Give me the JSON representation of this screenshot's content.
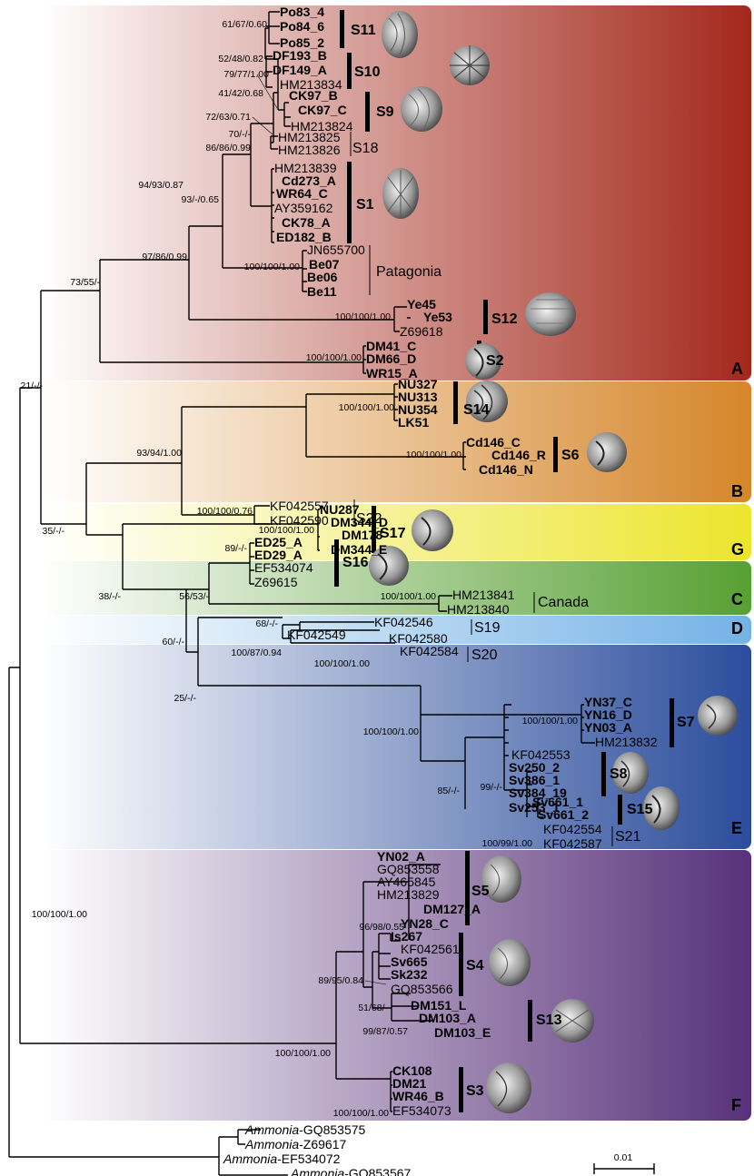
{
  "clade_letters": [
    "A",
    "B",
    "G",
    "C",
    "D",
    "E",
    "F"
  ],
  "groups": [
    {
      "id": "S11",
      "name": "S11",
      "bold": true,
      "taxa": [
        {
          "name": "Po83_4",
          "bold": true
        },
        {
          "name": "Po84_6",
          "bold": true
        },
        {
          "name": "Po85_2",
          "bold": true
        }
      ],
      "support": "61/67/0.60"
    },
    {
      "id": "S10",
      "name": "S10",
      "bold": true,
      "taxa": [
        {
          "name": "DF193_B",
          "bold": true
        },
        {
          "name": "DF149_A",
          "bold": true
        },
        {
          "name": "HM213834",
          "bold": false
        }
      ],
      "support": "52/48/0.82"
    },
    {
      "id": "S9",
      "name": "S9",
      "bold": true,
      "taxa": [
        {
          "name": "CK97_B",
          "bold": true
        },
        {
          "name": "CK97_C",
          "bold": true
        },
        {
          "name": "HM213824",
          "bold": false
        }
      ],
      "support": "41/42/0.68"
    },
    {
      "id": "S18",
      "name": "S18",
      "bold": false,
      "taxa": [
        {
          "name": "HM213825",
          "bold": false
        },
        {
          "name": "HM213826",
          "bold": false
        }
      ],
      "support": "70/-/-"
    },
    {
      "id": "S1",
      "name": "S1",
      "bold": true,
      "taxa": [
        {
          "name": "HM213839",
          "bold": false
        },
        {
          "name": "Cd273_A",
          "bold": true
        },
        {
          "name": "WR64_C",
          "bold": true
        },
        {
          "name": "AY359162",
          "bold": false
        },
        {
          "name": "CK78_A",
          "bold": true
        },
        {
          "name": "ED182_B",
          "bold": true
        }
      ],
      "support": "94/93/0.87"
    },
    {
      "id": "Patagonia",
      "name": "Patagonia",
      "bold": false,
      "taxa": [
        {
          "name": "JN655700",
          "bold": false
        },
        {
          "name": "Be07",
          "bold": true
        },
        {
          "name": "Be06",
          "bold": true
        },
        {
          "name": "Be11",
          "bold": true
        }
      ],
      "support": "100/100/1.00"
    },
    {
      "id": "S12",
      "name": "S12",
      "bold": true,
      "taxa": [
        {
          "name": "Ye45",
          "bold": true
        },
        {
          "name": "Ye53",
          "bold": true
        },
        {
          "name": "Z69618",
          "bold": false
        }
      ],
      "support": "100/100/1.00"
    },
    {
      "id": "S2",
      "name": "S2",
      "bold": true,
      "taxa": [
        {
          "name": "DM41_C",
          "bold": true
        },
        {
          "name": "DM66_D",
          "bold": true
        },
        {
          "name": "WR15_A",
          "bold": true
        }
      ],
      "support": "100/100/1.00"
    },
    {
      "id": "S14",
      "name": "S14",
      "bold": true,
      "taxa": [
        {
          "name": "NU327",
          "bold": true
        },
        {
          "name": "NU313",
          "bold": true
        },
        {
          "name": "NU354",
          "bold": true
        },
        {
          "name": "LK51",
          "bold": true
        }
      ],
      "support": "100/100/1.00"
    },
    {
      "id": "S6",
      "name": "S6",
      "bold": true,
      "taxa": [
        {
          "name": "Cd146_C",
          "bold": true
        },
        {
          "name": "Cd146_R",
          "bold": true
        },
        {
          "name": "Cd146_N",
          "bold": true
        }
      ],
      "support": "100/100/1.00"
    },
    {
      "id": "S22",
      "name": "S22",
      "bold": false,
      "taxa": [
        {
          "name": "KF042557",
          "bold": false
        },
        {
          "name": "KF042590",
          "bold": false
        }
      ],
      "support": "100/100/0.76"
    },
    {
      "id": "S17",
      "name": "S17",
      "bold": true,
      "taxa": [
        {
          "name": "NU287",
          "bold": true
        },
        {
          "name": "DM344_D",
          "bold": true
        },
        {
          "name": "DM178",
          "bold": true
        },
        {
          "name": "DM344_E",
          "bold": true
        }
      ],
      "support": "100/100/1.00"
    },
    {
      "id": "S16",
      "name": "S16",
      "bold": true,
      "taxa": [
        {
          "name": "ED25_A",
          "bold": true
        },
        {
          "name": "ED29_A",
          "bold": true
        },
        {
          "name": "EF534074",
          "bold": false
        },
        {
          "name": "Z69615",
          "bold": false
        }
      ],
      "support": "89/-/-"
    },
    {
      "id": "Canada",
      "name": "Canada",
      "bold": false,
      "taxa": [
        {
          "name": "HM213841",
          "bold": false
        },
        {
          "name": "HM213840",
          "bold": false
        }
      ],
      "support": "100/100/1.00"
    },
    {
      "id": "S19",
      "name": "S19",
      "bold": false,
      "taxa": [
        {
          "name": "KF042546",
          "bold": false
        },
        {
          "name": "KF042549",
          "bold": false
        }
      ],
      "support": "68/-/-"
    },
    {
      "id": "S20",
      "name": "S20",
      "bold": false,
      "taxa": [
        {
          "name": "KF042580",
          "bold": false
        },
        {
          "name": "KF042584",
          "bold": false
        }
      ],
      "support": "100/100/1.00"
    },
    {
      "id": "S7",
      "name": "S7",
      "bold": true,
      "taxa": [
        {
          "name": "YN37_C",
          "bold": true
        },
        {
          "name": "YN16_D",
          "bold": true
        },
        {
          "name": "YN03_A",
          "bold": true
        },
        {
          "name": "HM213832",
          "bold": false
        }
      ],
      "support": "100/100/1.00"
    },
    {
      "id": "S8",
      "name": "S8",
      "bold": true,
      "taxa": [
        {
          "name": "KF042553",
          "bold": false
        },
        {
          "name": "Sv250_2",
          "bold": true
        },
        {
          "name": "Sv386_1",
          "bold": true
        },
        {
          "name": "Sv384_19",
          "bold": true
        },
        {
          "name": "Sv253_1",
          "bold": true
        }
      ],
      "support": "99/-/-"
    },
    {
      "id": "S15",
      "name": "S15",
      "bold": true,
      "taxa": [
        {
          "name": "Sv661_1",
          "bold": true
        },
        {
          "name": "Sv661_2",
          "bold": true
        }
      ],
      "support": ""
    },
    {
      "id": "S21",
      "name": "S21",
      "bold": false,
      "taxa": [
        {
          "name": "KF042554",
          "bold": false
        },
        {
          "name": "KF042587",
          "bold": false
        }
      ],
      "support": "100/99/1.00"
    },
    {
      "id": "S5",
      "name": "S5",
      "bold": true,
      "taxa": [
        {
          "name": "YN02_A",
          "bold": true
        },
        {
          "name": "GQ853558",
          "bold": false
        },
        {
          "name": "AY465845",
          "bold": false
        },
        {
          "name": "HM213829",
          "bold": false
        },
        {
          "name": "DM127_A",
          "bold": true
        },
        {
          "name": "YN28_C",
          "bold": true
        }
      ],
      "support": "96/98/0.55"
    },
    {
      "id": "S4",
      "name": "S4",
      "bold": true,
      "taxa": [
        {
          "name": "Is267",
          "bold": true
        },
        {
          "name": "KF042561",
          "bold": false
        },
        {
          "name": "Sv665",
          "bold": true
        },
        {
          "name": "Sk232",
          "bold": true
        },
        {
          "name": "GQ853566",
          "bold": false
        }
      ],
      "support": "85/-/-"
    },
    {
      "id": "S13",
      "name": "S13",
      "bold": true,
      "taxa": [
        {
          "name": "DM151_L",
          "bold": true
        },
        {
          "name": "DM103_A",
          "bold": true
        },
        {
          "name": "DM103_E",
          "bold": true
        }
      ],
      "support": "99/87/0.57"
    },
    {
      "id": "S3",
      "name": "S3",
      "bold": true,
      "taxa": [
        {
          "name": "CK108",
          "bold": true
        },
        {
          "name": "DM21",
          "bold": true
        },
        {
          "name": "WR46_B",
          "bold": true
        },
        {
          "name": "EF534073",
          "bold": false
        }
      ],
      "support": "100/100/1.00"
    }
  ],
  "internal_supports": {
    "s10_s11": "79/77/1.00",
    "upper_core": "72/63/0.71",
    "core_s1": "86/86/0.99",
    "s1_core": "93/-/0.65",
    "with_patagonia": "97/86/0.99",
    "clade_a": "73/55/-",
    "a_b_g_c_d_e": "21/-/-",
    "clade_b": "93/94/1.00",
    "bgcde": "35/-/-",
    "gcde": "38/-/-",
    "cde": "56/53/-",
    "c_de": "60/-/-",
    "d_s19_s20": "100/87/0.94",
    "de": "25/-/-",
    "clade_e": "100/100/1.00",
    "s8_s15": "85/-/-",
    "s4_inner": "89/95/0.84",
    "s4_s13": "51/68/-",
    "clade_f": "100/100/1.00",
    "ingroup": "100/100/1.00"
  },
  "outgroup": {
    "prefix": "Ammonia",
    "taxa": [
      "-GQ853575",
      "-Z69617",
      "-EF534072",
      "-GQ853567"
    ]
  },
  "scale_bar": {
    "label": "0.01"
  },
  "colors": {
    "A": "#a3281b",
    "B": "#d5862a",
    "G": "#ece52d",
    "C": "#57a033",
    "D": "#74b2e6",
    "E": "#2b4d9c",
    "F": "#58317a"
  }
}
